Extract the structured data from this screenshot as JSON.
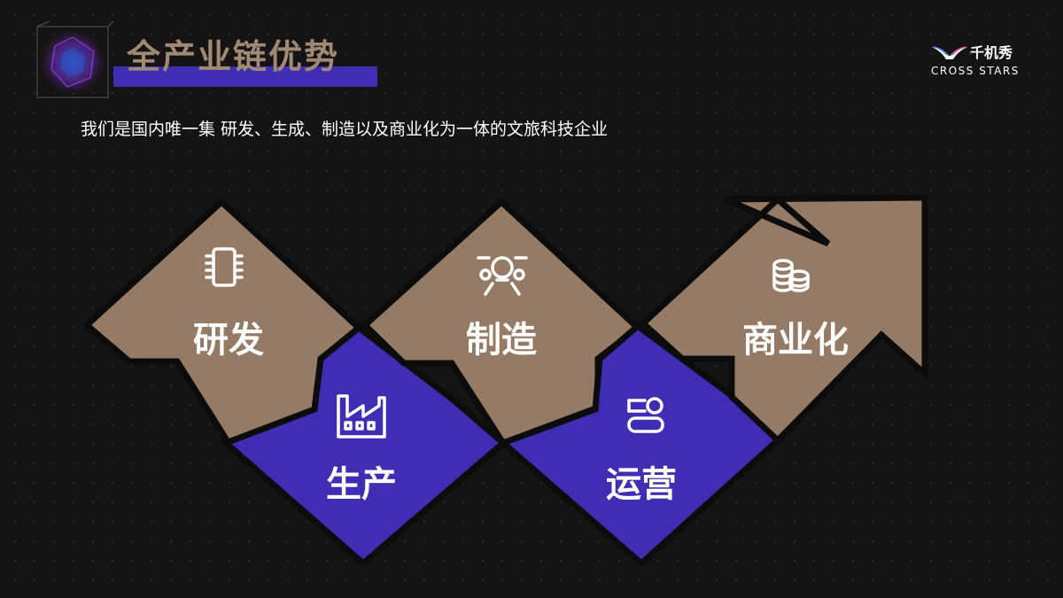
{
  "header": {
    "title": "全产业链优势",
    "subtitle": "我们是国内唯一集 研发、生成、制造以及商业化为一体的文旅科技企业"
  },
  "logo": {
    "name": "千机秀",
    "name_en": "CROSS STARS"
  },
  "stages": [
    {
      "label": "研发",
      "icon": "chip-icon"
    },
    {
      "label": "生产",
      "icon": "factory-icon"
    },
    {
      "label": "制造",
      "icon": "drone-icon"
    },
    {
      "label": "运营",
      "icon": "operation-icon"
    },
    {
      "label": "商业化",
      "icon": "coins-icon"
    }
  ],
  "colors": {
    "tan": "#957b65",
    "indigo": "#3d2eb3",
    "title": "#a08a74",
    "background": "#151314"
  }
}
